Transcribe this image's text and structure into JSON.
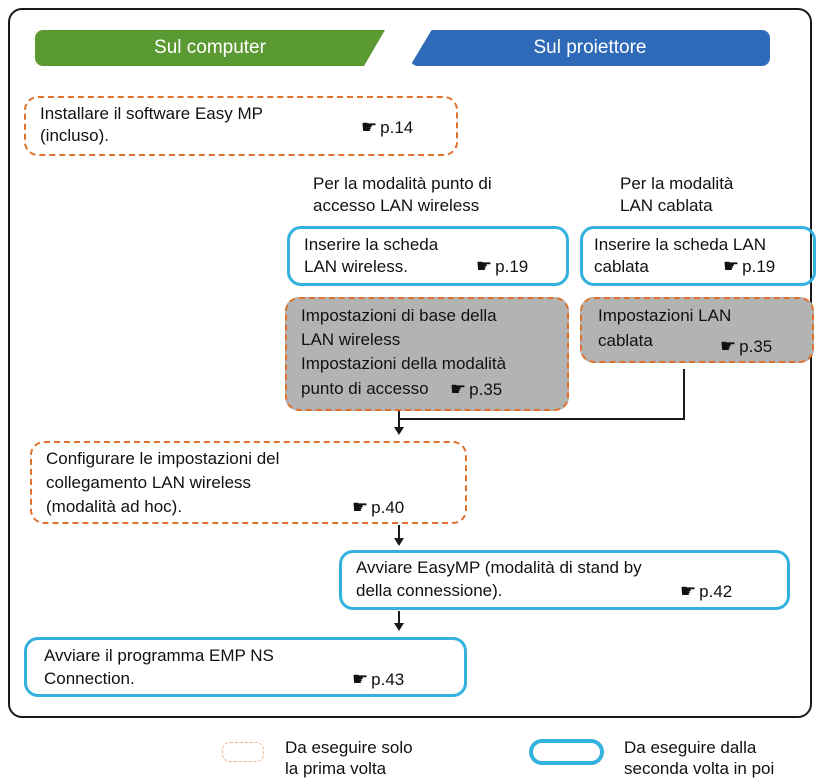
{
  "tabs": {
    "computer": "Sul computer",
    "projector": "Sul proiettore"
  },
  "columns": {
    "wireless_heading": [
      "Per la modalità punto di",
      "accesso LAN wireless"
    ],
    "wired_heading": [
      "Per la modalità",
      "LAN cablata"
    ]
  },
  "steps": {
    "install": {
      "lines": [
        "Installare il software Easy MP",
        "(incluso)."
      ],
      "ref": "p.14"
    },
    "insert_wireless": {
      "lines": [
        "Inserire la scheda",
        "LAN wireless."
      ],
      "ref": "p.19"
    },
    "insert_wired": {
      "lines": [
        "Inserire la scheda LAN",
        "cablata"
      ],
      "ref": "p.19"
    },
    "wireless_settings": {
      "lines": [
        "Impostazioni di base della",
        "LAN wireless",
        "Impostazioni della modalità",
        "punto di accesso"
      ],
      "ref": "p.35"
    },
    "wired_settings": {
      "lines": [
        "Impostazioni LAN",
        "cablata"
      ],
      "ref": "p.35"
    },
    "configure": {
      "lines": [
        "Configurare le impostazioni del",
        "collegamento LAN wireless",
        "(modalità ad hoc)."
      ],
      "ref": "p.40"
    },
    "start_easymp": {
      "lines": [
        "Avviare EasyMP (modalità di stand by",
        "della connessione)."
      ],
      "ref": "p.42"
    },
    "start_program": {
      "lines": [
        "Avviare il programma EMP NS",
        "Connection."
      ],
      "ref": "p.43"
    }
  },
  "legend": {
    "first_time": [
      "Da eseguire solo",
      "la prima volta"
    ],
    "second_time": [
      "Da eseguire dalla",
      "seconda volta in poi"
    ]
  },
  "colors": {
    "tab_computer": "#5b9a32",
    "tab_projector": "#2f6ab8",
    "first_time_border": "#e0702c",
    "repeat_border": "#35b1df",
    "shaded_fill": "#b3b3b3"
  },
  "icons": {
    "reference": "pointing-hand-icon"
  }
}
